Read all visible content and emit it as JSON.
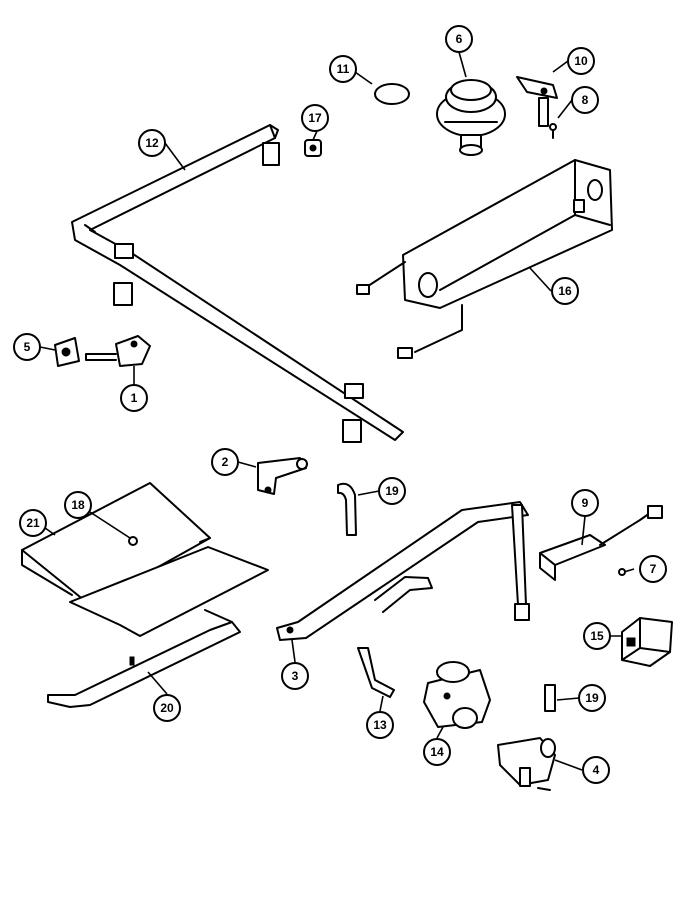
{
  "callouts": [
    {
      "label": "1"
    },
    {
      "label": "2"
    },
    {
      "label": "3"
    },
    {
      "label": "4"
    },
    {
      "label": "5"
    },
    {
      "label": "6"
    },
    {
      "label": "7"
    },
    {
      "label": "8"
    },
    {
      "label": "9"
    },
    {
      "label": "10"
    },
    {
      "label": "11"
    },
    {
      "label": "12"
    },
    {
      "label": "13"
    },
    {
      "label": "14"
    },
    {
      "label": "15"
    },
    {
      "label": "16"
    },
    {
      "label": "17"
    },
    {
      "label": "18"
    },
    {
      "label": "19"
    },
    {
      "label": "19"
    },
    {
      "label": "20"
    },
    {
      "label": "21"
    }
  ]
}
